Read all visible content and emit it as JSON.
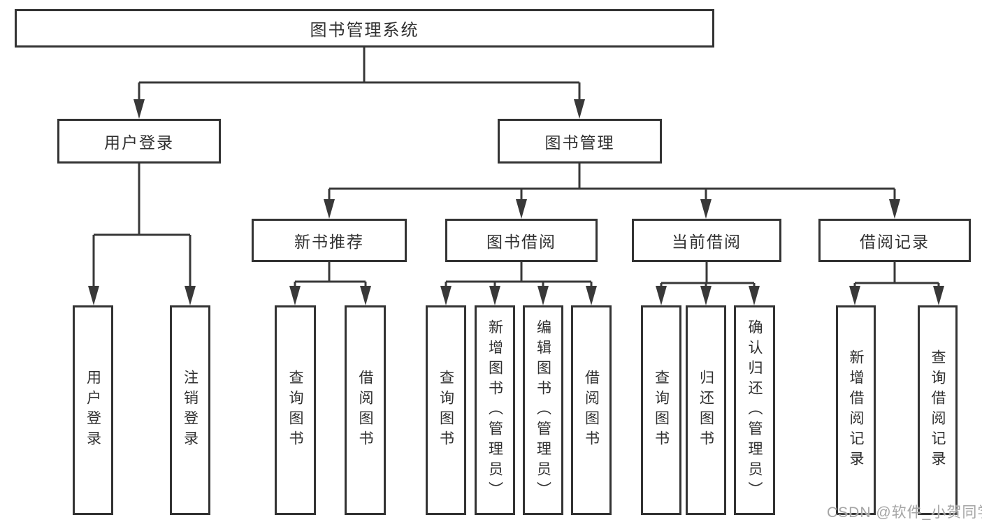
{
  "diagram": {
    "type": "hierarchy-tree",
    "watermark": "CSDN @软件_小贺同学",
    "colors": {
      "line": "#383838",
      "box_border": "#333333",
      "text": "#2f2f2f",
      "background": "#ffffff",
      "watermark": "#a5a5a5"
    },
    "tree": {
      "label": "图书管理系统",
      "children": [
        {
          "label": "用户登录",
          "children": [
            {
              "label": "用户登录"
            },
            {
              "label": "注销登录"
            }
          ]
        },
        {
          "label": "图书管理",
          "children": [
            {
              "label": "新书推荐",
              "children": [
                {
                  "label": "查询图书"
                },
                {
                  "label": "借阅图书"
                }
              ]
            },
            {
              "label": "图书借阅",
              "children": [
                {
                  "label": "查询图书"
                },
                {
                  "label": "新增图书（管理员）"
                },
                {
                  "label": "编辑图书（管理员）"
                },
                {
                  "label": "借阅图书"
                }
              ]
            },
            {
              "label": "当前借阅",
              "children": [
                {
                  "label": "查询图书"
                },
                {
                  "label": "归还图书"
                },
                {
                  "label": "确认归还（管理员）"
                }
              ]
            },
            {
              "label": "借阅记录",
              "children": [
                {
                  "label": "新增借阅记录"
                },
                {
                  "label": "查询借阅记录"
                }
              ]
            }
          ]
        }
      ]
    }
  }
}
